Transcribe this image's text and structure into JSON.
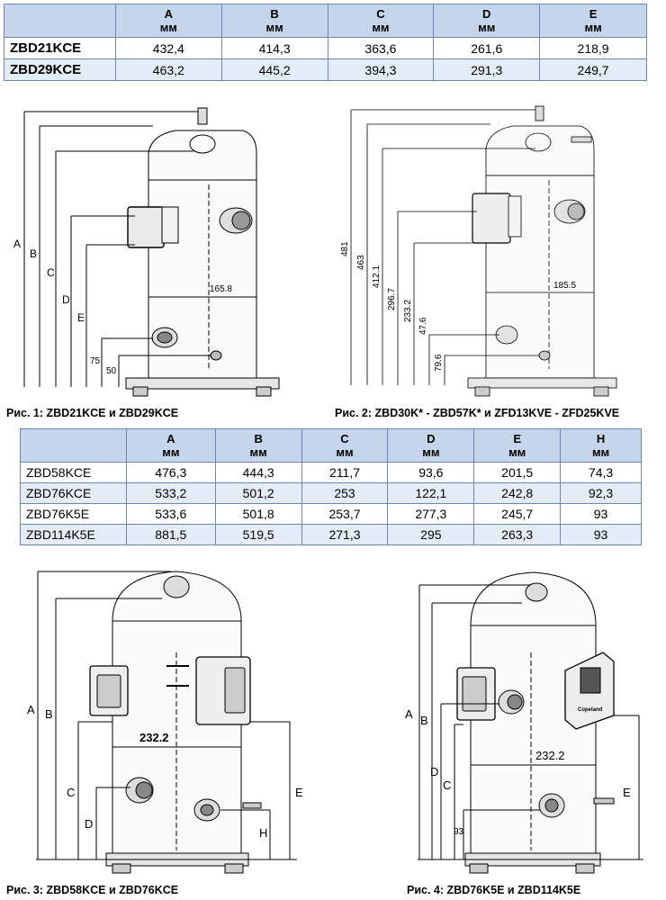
{
  "table1": {
    "headers": [
      {
        "letter": "A",
        "unit": "мм"
      },
      {
        "letter": "B",
        "unit": "мм"
      },
      {
        "letter": "C",
        "unit": "мм"
      },
      {
        "letter": "D",
        "unit": "мм"
      },
      {
        "letter": "E",
        "unit": "мм"
      }
    ],
    "rows": [
      {
        "model": "ZBD21KCE",
        "values": [
          "432,4",
          "414,3",
          "363,6",
          "261,6",
          "218,9"
        ]
      },
      {
        "model": "ZBD29KCE",
        "values": [
          "463,2",
          "445,2",
          "394,3",
          "291,3",
          "249,7"
        ]
      }
    ]
  },
  "fig1": {
    "caption": "Рис. 1: ZBD21KCE и ZBD29KCE",
    "labels": {
      "A": "A",
      "B": "B",
      "C": "C",
      "D": "D",
      "E": "E",
      "d75": "75",
      "d50": "50",
      "width": "165.8"
    }
  },
  "fig2": {
    "caption": "Рис. 2: ZBD30K* - ZBD57K* и ZFD13KVE - ZFD25KVE",
    "labels": {
      "h481": "481",
      "h463": "463",
      "h412": "412.1",
      "h296": "296.7",
      "h233": "233.2",
      "h47": "47.6",
      "h79": "79.6",
      "width": "185.5"
    }
  },
  "table2": {
    "headers": [
      {
        "letter": "A",
        "unit": "мм"
      },
      {
        "letter": "B",
        "unit": "мм"
      },
      {
        "letter": "C",
        "unit": "мм"
      },
      {
        "letter": "D",
        "unit": "мм"
      },
      {
        "letter": "E",
        "unit": "мм"
      },
      {
        "letter": "H",
        "unit": "мм"
      }
    ],
    "rows": [
      {
        "model": "ZBD58KCE",
        "values": [
          "476,3",
          "444,3",
          "211,7",
          "93,6",
          "201,5",
          "74,3"
        ]
      },
      {
        "model": "ZBD76KCE",
        "values": [
          "533,2",
          "501,2",
          "253",
          "122,1",
          "242,8",
          "92,3"
        ]
      },
      {
        "model": "ZBD76K5E",
        "values": [
          "533,6",
          "501,8",
          "253,7",
          "277,3",
          "245,7",
          "93"
        ]
      },
      {
        "model": "ZBD114K5E",
        "values": [
          "881,5",
          "519,5",
          "271,3",
          "295",
          "263,3",
          "93"
        ]
      }
    ]
  },
  "fig3": {
    "caption": "Рис. 3: ZBD58KCE и ZBD76KCE",
    "labels": {
      "A": "A",
      "B": "B",
      "C": "C",
      "D": "D",
      "E": "E",
      "H": "H",
      "width": "232.2"
    }
  },
  "fig4": {
    "caption": "Рис. 4: ZBD76K5E и ZBD114K5E",
    "labels": {
      "A": "A",
      "B": "B",
      "C": "C",
      "D": "D",
      "E": "E",
      "d93": "93",
      "width": "232.2",
      "logo_text": "Copeland"
    }
  }
}
